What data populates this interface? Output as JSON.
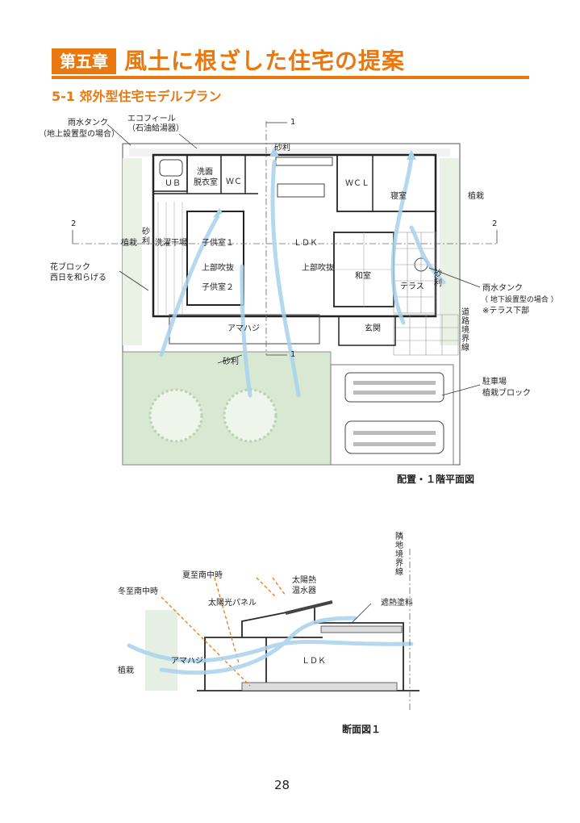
{
  "chapter": {
    "badge": "第五章",
    "title": "風土に根ざした住宅の提案"
  },
  "section": {
    "title": "5-1  郊外型住宅モデルプラン"
  },
  "plan": {
    "callouts": {
      "rain_tank_ground": "雨水タンク",
      "rain_tank_ground_note": "（地上設置型の場合）",
      "eco_feel": "エコフィール",
      "eco_feel_note": "（石油給湯器）",
      "flower_block": "花ブロック",
      "flower_block_note": "西日を和らげる",
      "rain_tank_under": "雨水タンク",
      "rain_tank_under_note": "（ 地下設置型の場合 ）",
      "rain_tank_under_note2": "※テラス下部",
      "parking": "駐車場",
      "parking_note": "植栽ブロック"
    },
    "rooms": {
      "ub": "ＵＢ",
      "washroom": "洗面",
      "dressing": "脱衣室",
      "wc": "ＷＣ",
      "wcl": "ＷＣＬ",
      "bedroom": "寝室",
      "ldk": "ＬＤＫ",
      "child1": "子供室１",
      "void1": "上部吹抜",
      "child2": "子供室２",
      "void2": "上部吹抜",
      "laundry": "洗濯干場",
      "washitsu": "和室",
      "terrace": "テラス",
      "entrance": "玄関",
      "amahaji": "アマハジ"
    },
    "labels": {
      "gravel_top": "砂利",
      "gravel_left": "砂利",
      "gravel_right": "砂利",
      "gravel_bottom": "砂利",
      "planting_left": "植栽",
      "planting_right": "植栽",
      "boundary_road": "道路境界線",
      "section_mark_top": "1",
      "section_mark_bottom": "1",
      "section_mark_left": "2",
      "section_mark_right": "2"
    },
    "caption": "配置・１階平面図"
  },
  "section_drawing": {
    "labels": {
      "summer_sun": "夏至南中時",
      "winter_sun": "冬至南中時",
      "solar_water": "太陽熱",
      "solar_water2": "温水器",
      "solar_panel": "太陽光パネル",
      "heat_paint": "遮熱塗料",
      "neighbor_boundary": "隣地境界線",
      "amahaji": "アマハジ",
      "ldk": "ＬＤＫ",
      "planting": "植栽"
    },
    "caption": "断面図１"
  },
  "page": {
    "number": "28"
  },
  "colors": {
    "accent": "#e8780f",
    "airflow": "#9ccbe6",
    "lawn": "#cfe2c9",
    "sunray": "#e8780f"
  }
}
